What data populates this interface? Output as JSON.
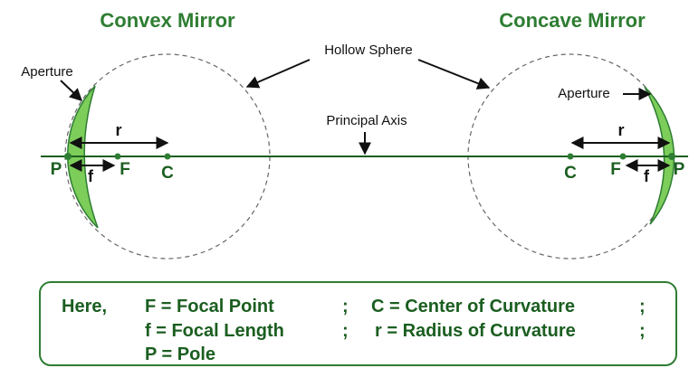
{
  "titles": {
    "convex": "Convex Mirror",
    "concave": "Concave Mirror"
  },
  "labels": {
    "hollow_sphere": "Hollow Sphere",
    "principal_axis": "Principal Axis",
    "aperture_left": "Aperture",
    "aperture_right": "Aperture",
    "r": "r",
    "f": "f",
    "P": "P",
    "F": "F",
    "C": "C"
  },
  "legend": {
    "here": "Here,",
    "line1_a": "F = Focal Point",
    "sep": ";",
    "line1_b": "C = Center of Curvature",
    "line2_a": "f = Focal Length",
    "line2_b": "r = Radius of Curvature",
    "line3_a": "P = Pole"
  },
  "colors": {
    "green_dark": "#1b5e20",
    "green_fill": "#7ccd5a",
    "green_title": "#2e7d32"
  }
}
